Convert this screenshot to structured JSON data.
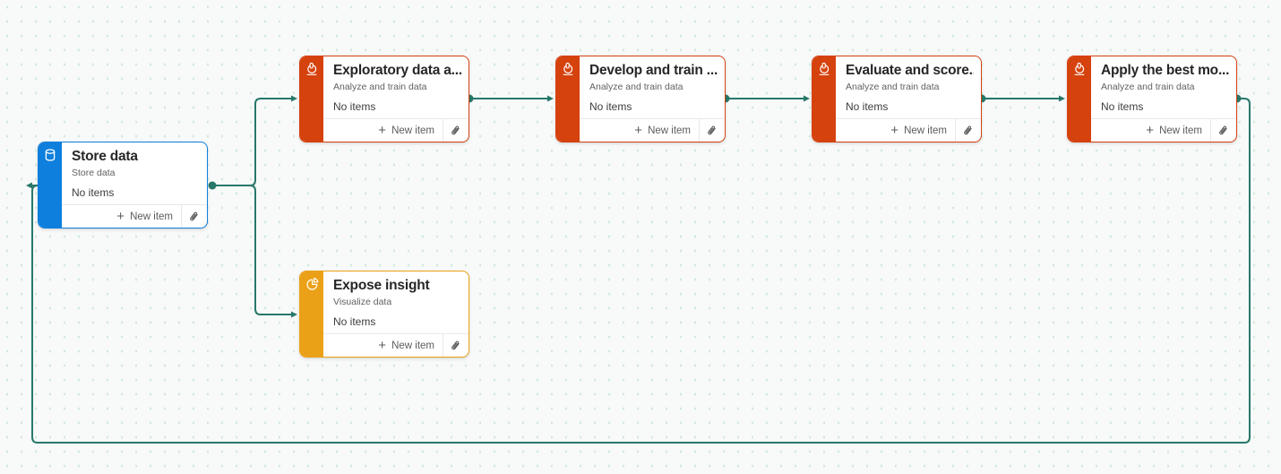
{
  "canvas": {
    "background": "#F8F9F9",
    "grid_dot_color": "#CDE8DC",
    "connector_color": "#28786A"
  },
  "nodes": [
    {
      "id": "store-data",
      "title": "Store data",
      "subtitle": "Store data",
      "items_text": "No items",
      "new_item_label": "New item",
      "accent": "#0E7FDC",
      "icon": "database-icon"
    },
    {
      "id": "exploratory",
      "title": "Exploratory data a...",
      "subtitle": "Analyze and train data",
      "items_text": "No items",
      "new_item_label": "New item",
      "accent": "#D5420E",
      "icon": "microscope-icon"
    },
    {
      "id": "develop",
      "title": "Develop and train ...",
      "subtitle": "Analyze and train data",
      "items_text": "No items",
      "new_item_label": "New item",
      "accent": "#D5420E",
      "icon": "microscope-icon"
    },
    {
      "id": "evaluate",
      "title": "Evaluate and score...",
      "subtitle": "Analyze and train data",
      "items_text": "No items",
      "new_item_label": "New item",
      "accent": "#D5420E",
      "icon": "microscope-icon"
    },
    {
      "id": "apply",
      "title": "Apply the best mo...",
      "subtitle": "Analyze and train data",
      "items_text": "No items",
      "new_item_label": "New item",
      "accent": "#D5420E",
      "icon": "microscope-icon"
    },
    {
      "id": "expose",
      "title": "Expose insight",
      "subtitle": "Visualize data",
      "items_text": "No items",
      "new_item_label": "New item",
      "accent": "#EBA117",
      "icon": "pie-chart-icon"
    }
  ],
  "connections": [
    {
      "from": "store-data",
      "to": "exploratory"
    },
    {
      "from": "store-data",
      "to": "expose"
    },
    {
      "from": "exploratory",
      "to": "develop"
    },
    {
      "from": "develop",
      "to": "evaluate"
    },
    {
      "from": "evaluate",
      "to": "apply"
    },
    {
      "from": "apply",
      "to": "store-data"
    }
  ]
}
